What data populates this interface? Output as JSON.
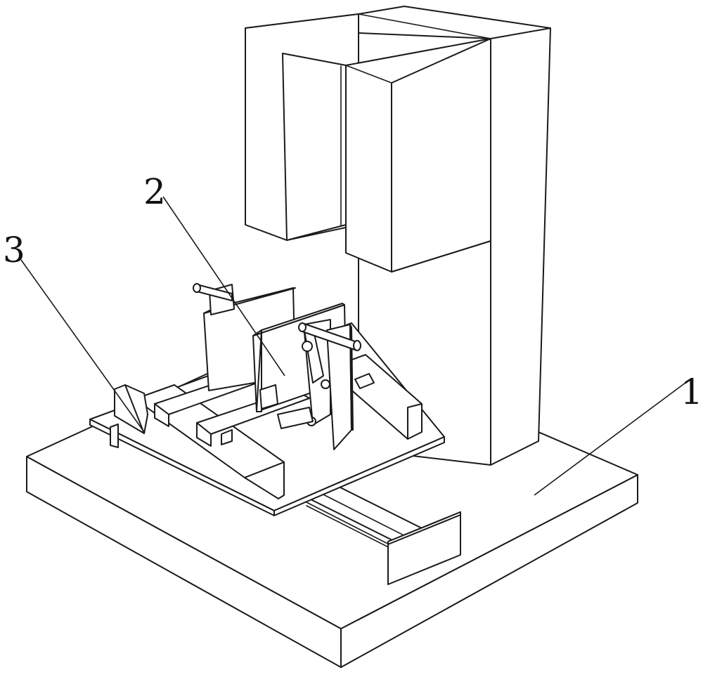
{
  "callouts": [
    {
      "id": "1",
      "label": "1"
    },
    {
      "id": "2",
      "label": "2"
    },
    {
      "id": "3",
      "label": "3"
    }
  ],
  "colors": {
    "line": "#1a1a1a",
    "fill": "#ffffff",
    "background": "#ffffff"
  }
}
